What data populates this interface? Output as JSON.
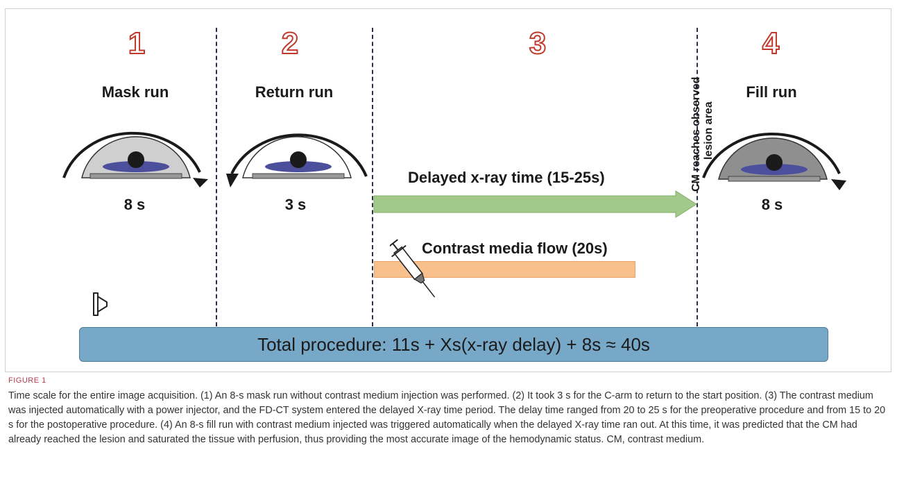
{
  "phases": [
    {
      "number": "1",
      "title": "Mask run",
      "time": "8 s"
    },
    {
      "number": "2",
      "title": "Return run",
      "time": "3 s"
    },
    {
      "number": "3",
      "title": "",
      "time": ""
    },
    {
      "number": "4",
      "title": "Fill run",
      "time": "8 s"
    }
  ],
  "annotations": {
    "cm_reaches_line1": "CM reaches observed",
    "cm_reaches_line2": "lesion area",
    "delayed_xray": "Delayed x-ray time  (15-25s)",
    "contrast_flow": "Contrast media flow (20s)",
    "total_procedure": "Total procedure: 11s + Xs(x-ray delay) + 8s ≈ 40s"
  },
  "colors": {
    "phase_number_outline": "#c0392b",
    "delay_arrow": "#a3c98a",
    "flow_bar": "#f7c08c",
    "total_bar": "#77a8c7",
    "divider": "#2a2f4a",
    "caption_label": "#b23a4a"
  },
  "caption": {
    "label": "FIGURE 1",
    "text": "Time scale for the entire image acquisition. (1) An 8-s mask run without contrast medium injection was performed. (2) It took 3 s for the C-arm to return to the start position. (3) The contrast medium was injected automatically with a power injector, and the FD-CT system entered the delayed X-ray time period. The delay time ranged from 20 to 25 s for the preoperative procedure and from 15 to 20 s for the postoperative procedure. (4) An 8-s fill run with contrast medium injected was triggered automatically when the delayed X-ray time ran out. At this time, it was predicted that the CM had already reached the lesion and saturated the tissue with perfusion, thus providing the most accurate image of the hemodynamic status. CM, contrast medium."
  }
}
